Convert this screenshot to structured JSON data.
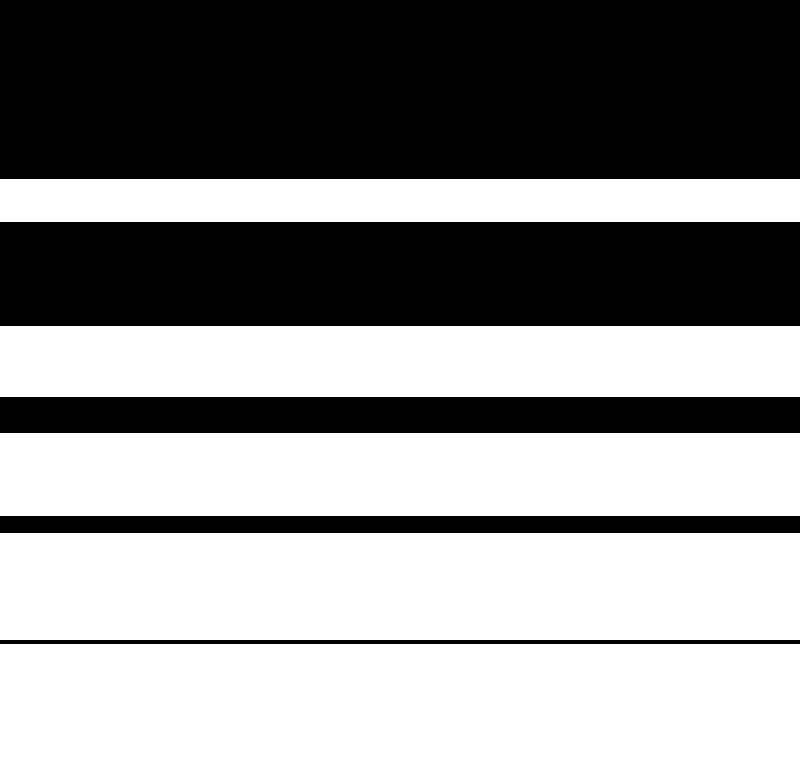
{
  "colors": {
    "band": "#000000",
    "background": "#ffffff"
  },
  "bands": [
    {
      "fill": "black"
    },
    {
      "fill": "black"
    },
    {
      "fill": "black"
    },
    {
      "fill": "black"
    },
    {
      "fill": "black"
    }
  ]
}
